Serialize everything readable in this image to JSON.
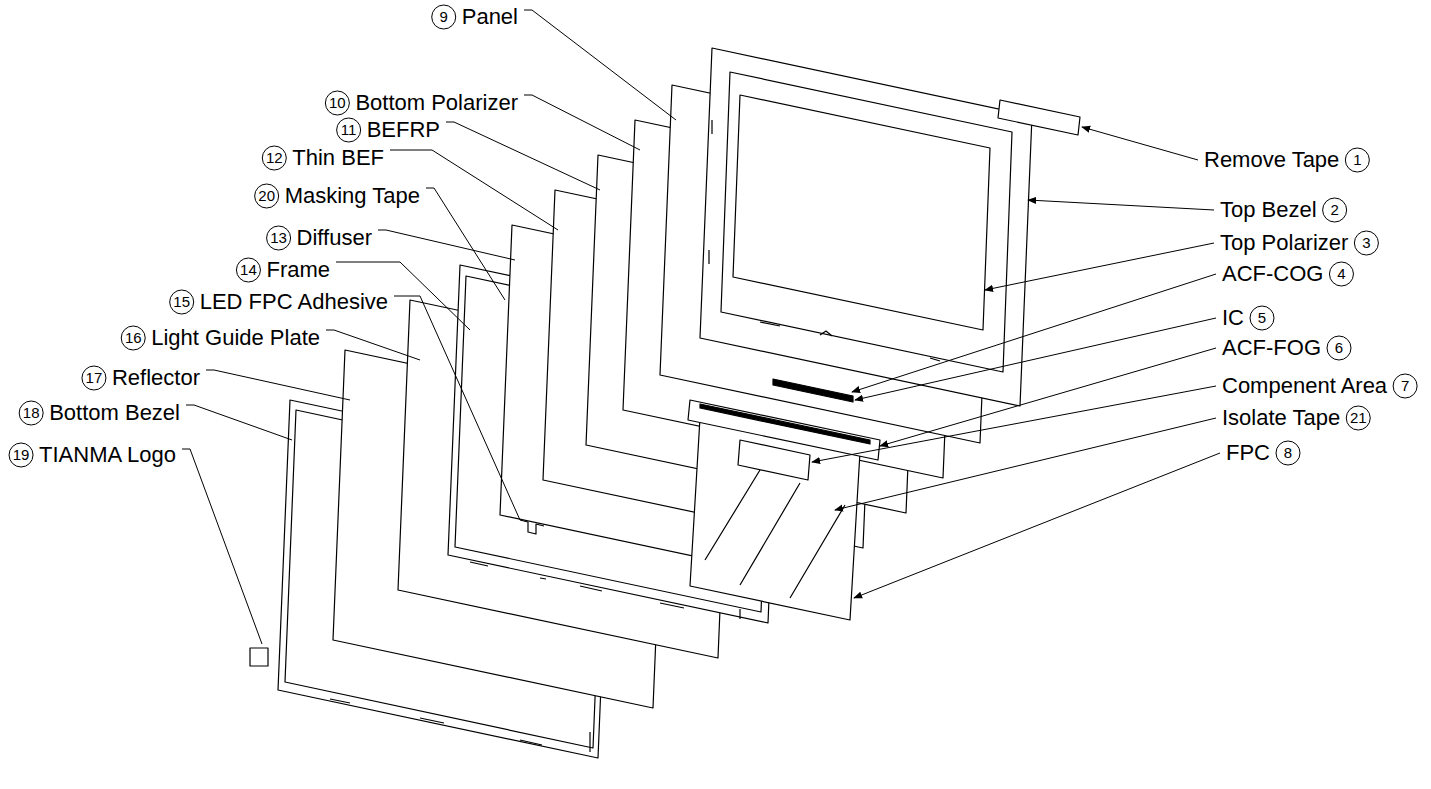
{
  "diagram": {
    "labels": [
      "9",
      "Panel",
      "10",
      "Bottom Polarizer",
      "11",
      "BEFRP",
      "12",
      "Thin BEF",
      "20",
      "Masking Tape",
      "13",
      "Diffuser",
      "14",
      "Frame",
      "15",
      "LED FPC Adhesive",
      "16",
      "Light Guide Plate",
      "17",
      "Reflector",
      "18",
      "Bottom Bezel",
      "19",
      "TIANMA Logo",
      "Remove Tape",
      "1",
      "Top Bezel",
      "2",
      "Top Polarizer",
      "3",
      "ACF-COG",
      "4",
      "IC",
      "5",
      "ACF-FOG",
      "6",
      "Compenent Area",
      "7",
      "Isolate Tape",
      "21",
      "FPC",
      "8"
    ]
  }
}
